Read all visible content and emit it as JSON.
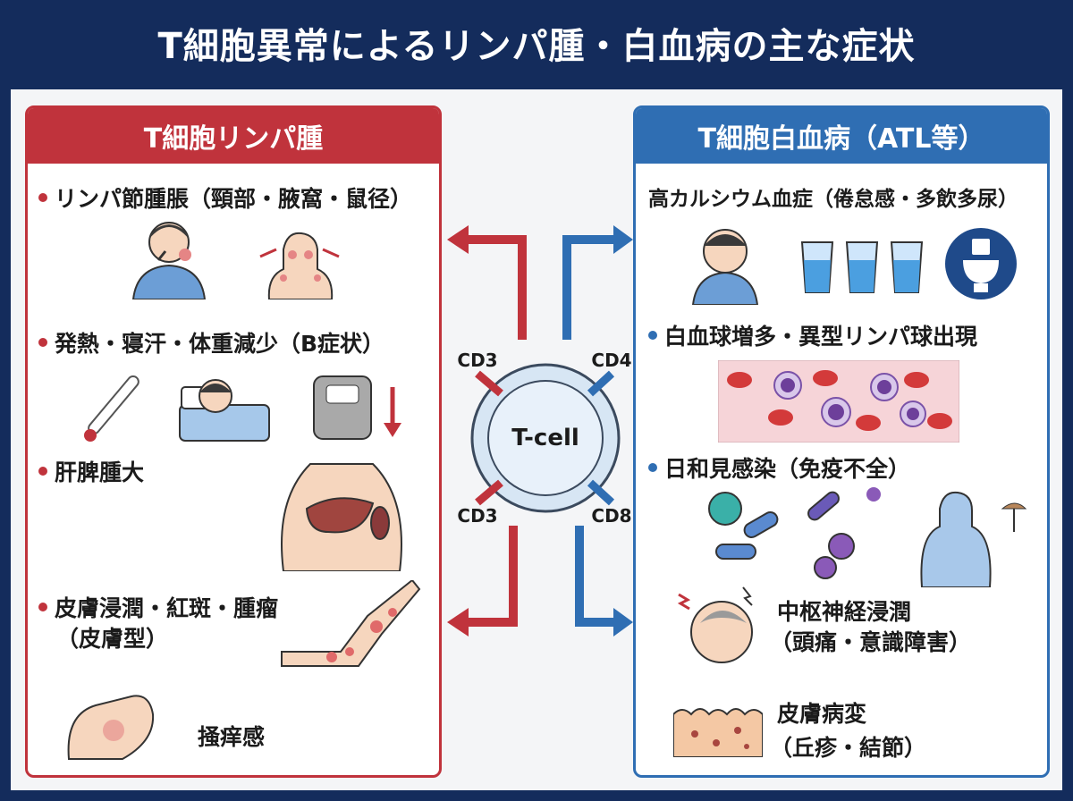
{
  "title": "T細胞異常によるリンパ腫・白血病の主な症状",
  "left_panel": {
    "title": "T細胞リンパ腫",
    "items": [
      {
        "text": "リンパ節腫脹（頸部・腋窩・鼠径）"
      },
      {
        "text": "発熱・寝汗・体重減少（B症状）"
      },
      {
        "text": "肝脾腫大"
      },
      {
        "text": "皮膚浸潤・紅斑・腫瘤",
        "sub": "（皮膚型）"
      },
      {
        "text": "掻痒感"
      }
    ]
  },
  "right_panel": {
    "title": "T細胞白血病（ATL等）",
    "items": [
      {
        "text": "高カルシウム血症（倦怠感・多飲多尿）"
      },
      {
        "text": "白血球増多・異型リンパ球出現"
      },
      {
        "text": "日和見感染（免疫不全）"
      },
      {
        "text": "中枢神経浸潤",
        "sub": "（頭痛・意識障害）"
      },
      {
        "text": "皮膚病変",
        "sub": "（丘疹・結節）"
      }
    ]
  },
  "center": {
    "cell_label": "T-cell",
    "markers": {
      "top_left": "CD3",
      "top_right": "CD4",
      "bottom_left": "CD3",
      "bottom_right": "CD8"
    }
  },
  "colors": {
    "navy": "#142c5c",
    "red": "#c0333c",
    "blue": "#2f6eb3",
    "cell_fill": "#d7e6f4"
  }
}
